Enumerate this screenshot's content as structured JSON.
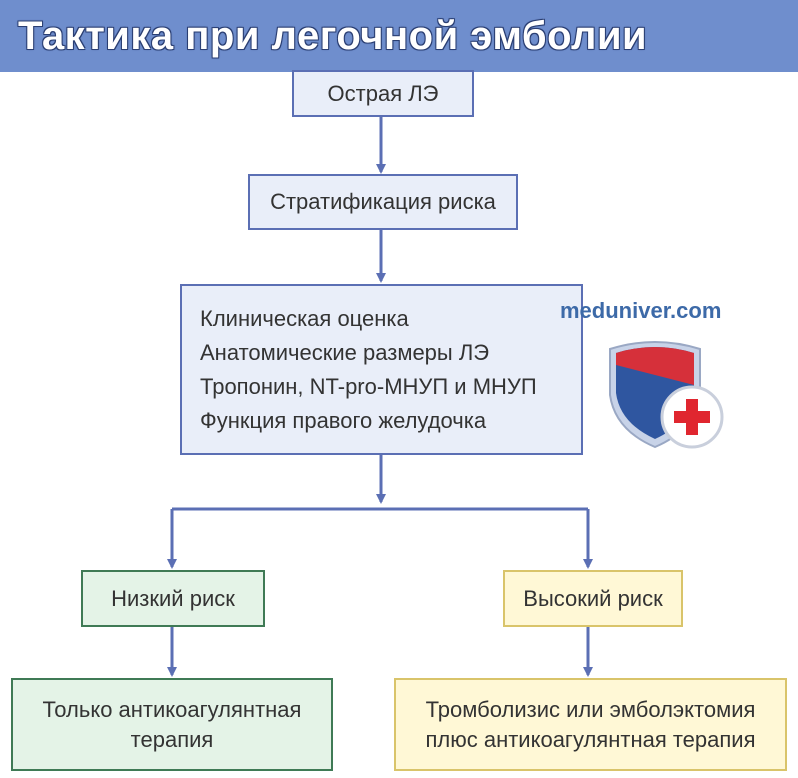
{
  "title": "Тактика при легочной эмболии",
  "nodes": {
    "acute": "Острая ЛЭ",
    "stratification": "Стратификация риска",
    "assessment": [
      "Клиническая оценка",
      "Анатомические размеры ЛЭ",
      "Тропонин, NT-pro-МНУП и МНУП",
      "Функция правого желудочка"
    ],
    "low_risk": "Низкий риск",
    "high_risk": "Высокий риск",
    "low_therapy": [
      "Только антикоагулянтная",
      "терапия"
    ],
    "high_therapy": [
      "Тромболизис или эмболэктомия",
      "плюс антикоагулянтная терапия"
    ]
  },
  "watermark": "meduniver.com",
  "colors": {
    "title_bg": "#6f8ecd",
    "connector": "#5b6fb4",
    "low_risk_fill": "#e4f3e7",
    "high_risk_fill": "#fff8d6"
  },
  "icons": {
    "logo": "shield-cross-icon"
  }
}
